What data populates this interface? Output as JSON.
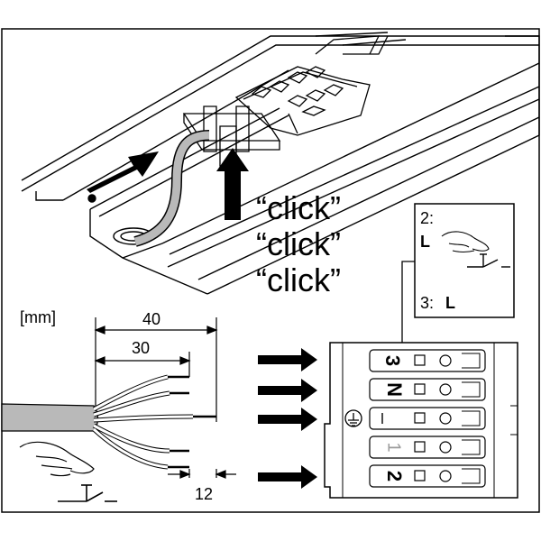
{
  "clicks": [
    "“click”",
    "“click”",
    "“click”"
  ],
  "unit": "[mm]",
  "dims": {
    "d40": "40",
    "d30": "30",
    "d12": "12"
  },
  "switch_panel": {
    "row2_label": "2:",
    "row2_letter": "L",
    "row3_label": "3:",
    "row3_letter": "L"
  },
  "terminal": {
    "t3": "3",
    "tN": "N",
    "t1": "1",
    "t2": "2"
  }
}
